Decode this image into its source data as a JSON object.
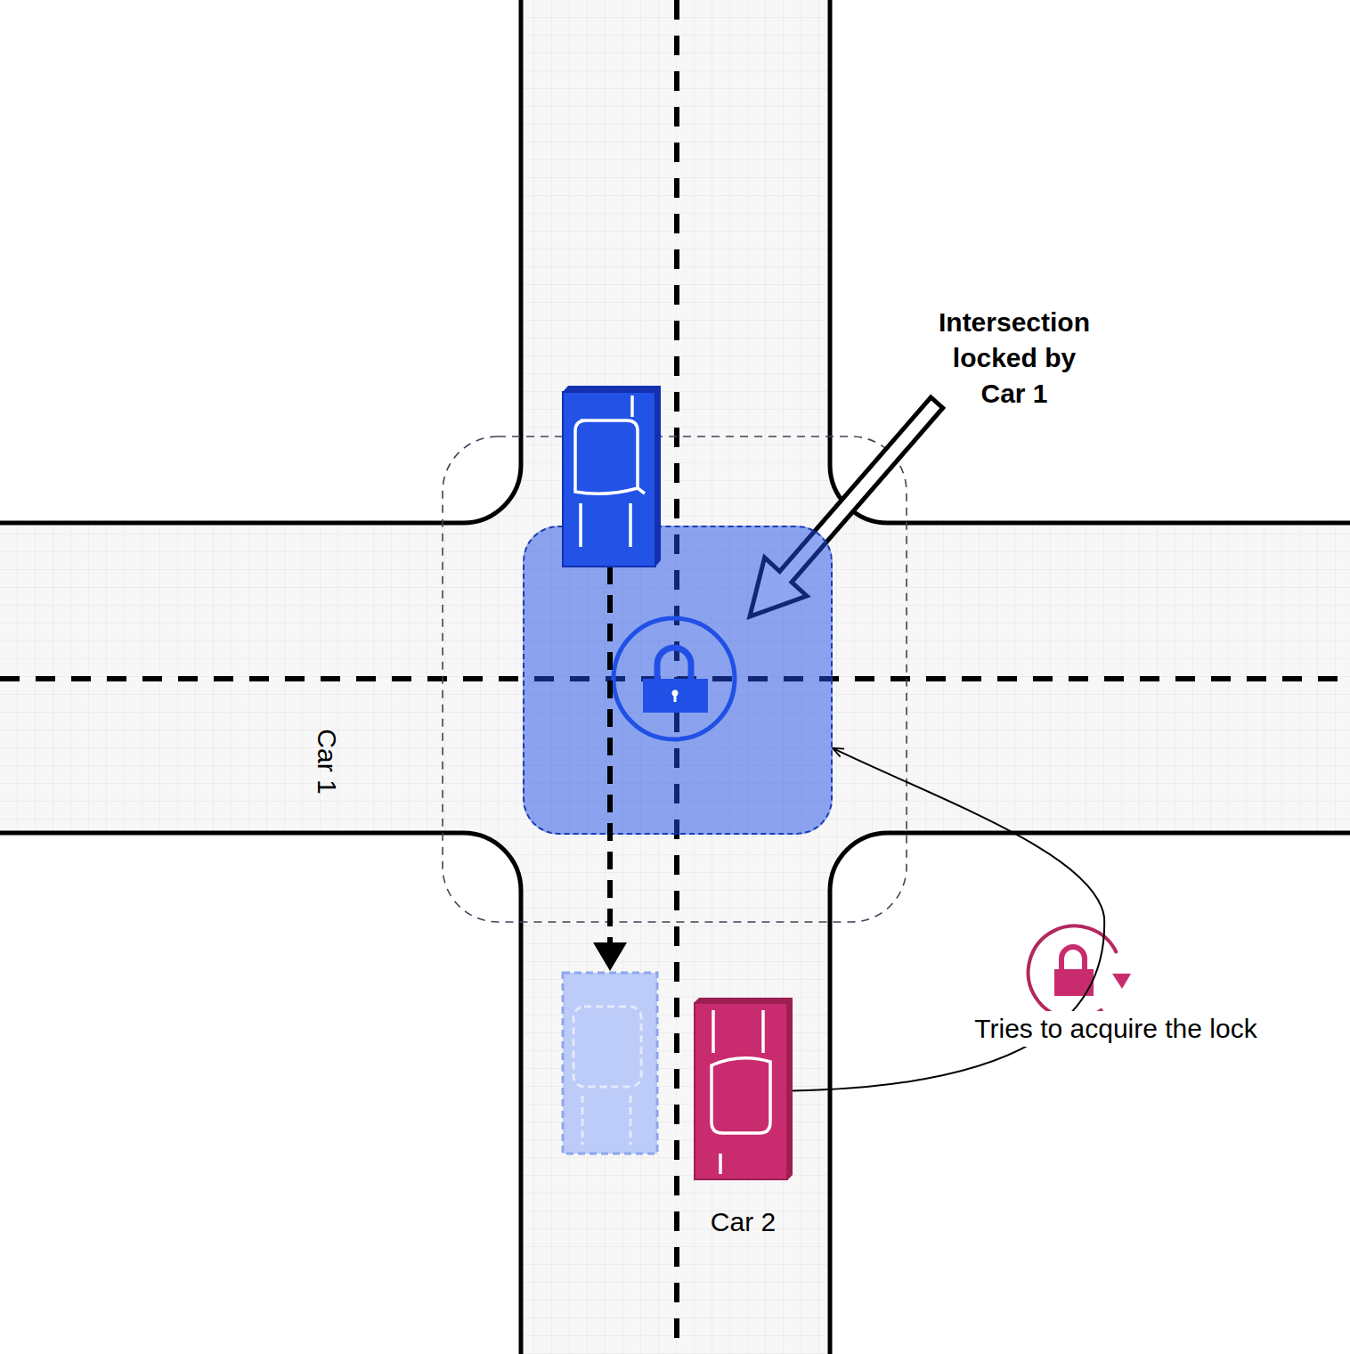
{
  "diagram": {
    "nodes": [
      {
        "text": [
          "Intersection locked by Car 1"
        ]
      },
      {
        "text": [
          "Car 2"
        ]
      }
    ],
    "edges": [
      {
        "from": 1,
        "to": 0,
        "arrow": "to",
        "label": "Tries to acquire the lock"
      }
    ],
    "labels": [
      "Car 1"
    ]
  }
}
